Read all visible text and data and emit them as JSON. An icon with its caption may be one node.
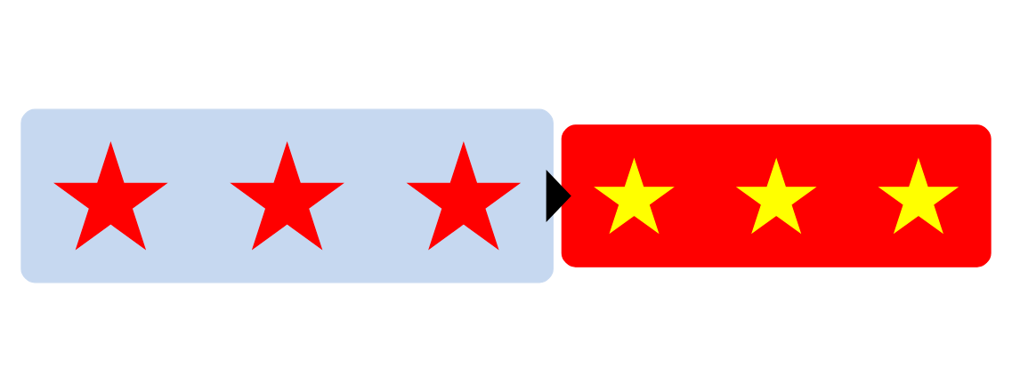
{
  "diagram": {
    "nodes": [
      {
        "text": [],
        "shape": "box"
      },
      {
        "text": [],
        "shape": "burst",
        "in": 0
      },
      {
        "text": [],
        "shape": "burst",
        "in": 0
      },
      {
        "text": [],
        "shape": "burst",
        "in": 0
      },
      {
        "text": [],
        "shape": "box"
      },
      {
        "text": [],
        "shape": "star",
        "in": 4
      },
      {
        "text": [],
        "shape": "star",
        "in": 4
      },
      {
        "text": [],
        "shape": "star",
        "in": 4
      }
    ],
    "edges": [
      {
        "from": 0,
        "to": 4,
        "arrow": "to",
        "style": "thick"
      }
    ]
  }
}
